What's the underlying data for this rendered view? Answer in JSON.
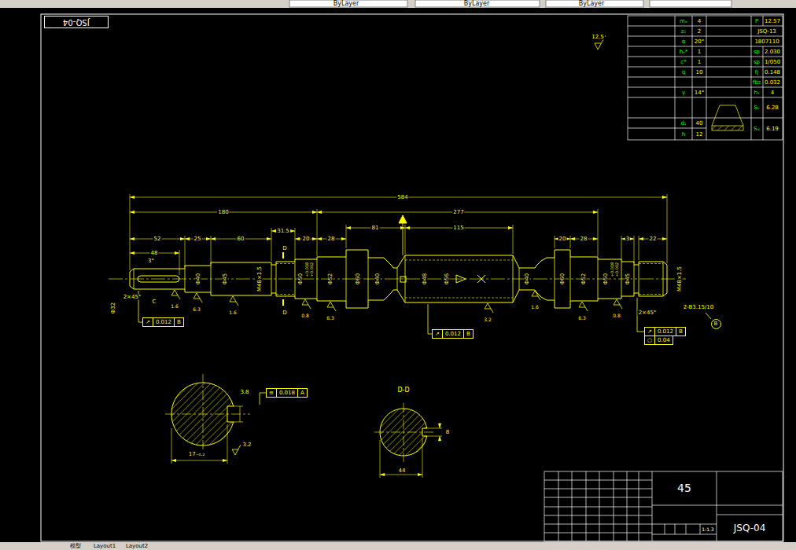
{
  "diagram": {
    "nodes": [
      {
        "text": [
          "JSQ-04"
        ]
      },
      {
        "text": [
          "↗",
          "0.012",
          "B"
        ]
      },
      {
        "text": [
          "↗",
          "0.012",
          "B"
        ]
      },
      {
        "text": [
          "↗",
          "0.012",
          "B"
        ]
      },
      {
        "text": [
          "○",
          "0.04"
        ]
      },
      {
        "text": [
          "≡",
          "0.018",
          "A"
        ]
      },
      {
        "text": [
          "B"
        ]
      }
    ],
    "labels": [
      "ByLayer",
      "ByLayer",
      "ByLayer",
      "模型",
      "Layout1",
      "Layout2",
      "12.5",
      "mₓ",
      "4",
      "z₁",
      "2",
      "α",
      "20°",
      "hₐ*",
      "1",
      "c*",
      "1",
      "q",
      "10",
      "γ",
      "14°",
      "d₁",
      "40",
      "h",
      "12",
      "P",
      "12.57",
      "JSQ-13",
      "1807110",
      "sp",
      "2.030",
      "sp",
      "1/050",
      "fj",
      "0.148",
      "fbz",
      "0.032",
      "h₁",
      "4",
      "Sₙ",
      "6.28",
      "Sₓ",
      "6.19",
      "584",
      "180",
      "277",
      "52",
      "25",
      "60",
      "31.5",
      "20",
      "28",
      "81",
      "115",
      "20",
      "28",
      "3",
      "22",
      "48",
      "3°",
      "C",
      "2×45°",
      "Φ32",
      "Φ40",
      "Φ45",
      "M48×1.5",
      "Φ50",
      "+0.018",
      "+0.002",
      "Φ52",
      "Φ60",
      "Φ40",
      "Φ48",
      "Φ56",
      "Φ40",
      "Φ60",
      "Φ52",
      "Φ50",
      "+0.018",
      "+0.002",
      "Φ45",
      "M48×1.5",
      "D",
      "D",
      "1.6",
      "6.3",
      "1.6",
      "0.8",
      "6.3",
      "3.2",
      "1.6",
      "6.3",
      "0.8",
      "2×45°",
      "2-B3.15/10",
      "3.8",
      "3.2",
      "17₋₀.₂",
      "D-D",
      "44",
      "8",
      "45",
      "1:1.3",
      "JSQ-04"
    ]
  }
}
